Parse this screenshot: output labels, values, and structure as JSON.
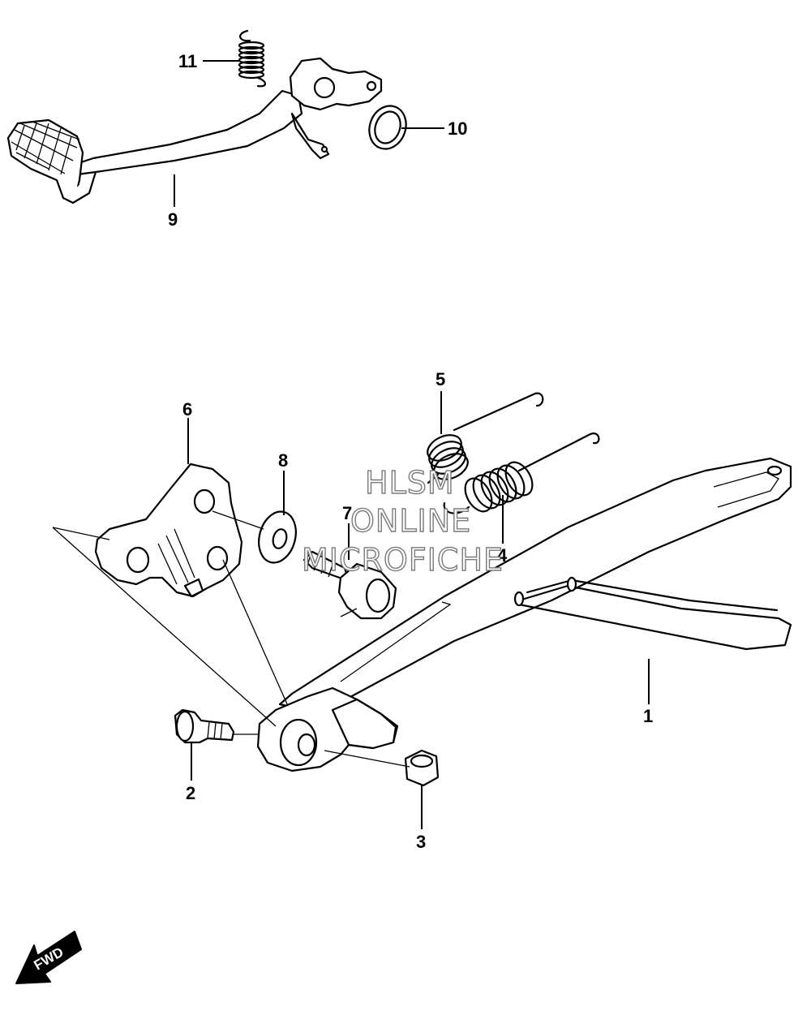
{
  "callouts": {
    "c1": "1",
    "c2": "2",
    "c3": "3",
    "c4": "4",
    "c5": "5",
    "c6": "6",
    "c7": "7",
    "c8": "8",
    "c9": "9",
    "c10": "10",
    "c11": "11"
  },
  "watermark": {
    "line1": "HLSM",
    "line2": "ONLINE",
    "line3": "MICROFICHE"
  },
  "fwd_label": "FWD"
}
